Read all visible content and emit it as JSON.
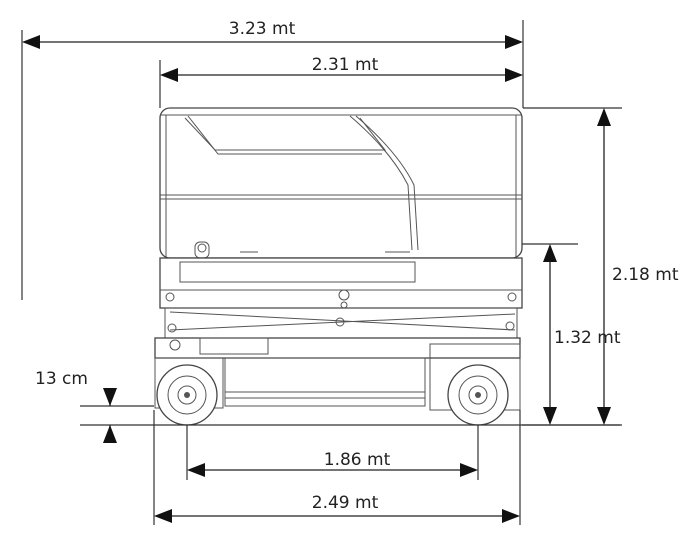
{
  "dimensions": {
    "overall_length": "3.23 mt",
    "platform_length": "2.31 mt",
    "height_max": "2.18 mt",
    "height_platform": "1.32 mt",
    "ground_clearance": "13 cm",
    "wheelbase": "1.86 mt",
    "chassis_length": "2.49 mt"
  },
  "colors": {
    "line": "#444444",
    "dimension": "#222222",
    "background": "#ffffff"
  }
}
